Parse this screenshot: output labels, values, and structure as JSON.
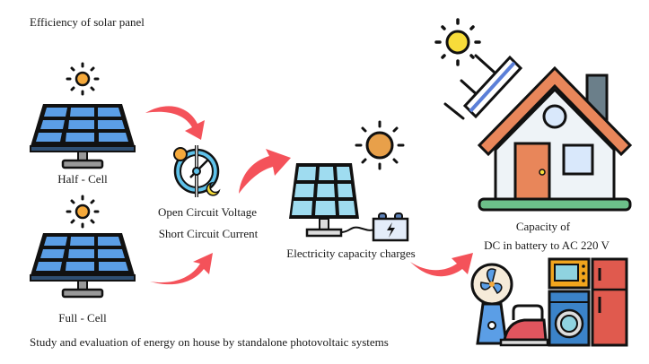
{
  "labels": {
    "efficiency_title": "Efficiency of solar panel",
    "half_cell": "Half - Cell",
    "full_cell": "Full - Cell",
    "open_circuit": "Open Circuit Voltage",
    "short_circuit": "Short Circuit Current",
    "electricity_capacity": "Electricity capacity charges",
    "capacity_line1": "Capacity of",
    "capacity_line2": "DC in battery to AC 220 V",
    "caption": "Study and evaluation of energy on house by standalone photovoltaic systems"
  },
  "colors": {
    "arrow": "#f4525a",
    "outline": "#111111",
    "panel_cell": "#5b9ee6",
    "panel_frame": "#2f4f72",
    "sun_orange": "#f5a93b",
    "sun_yellow": "#f7dc3a",
    "charge_cell": "#9fdcf0",
    "roof": "#e8865a",
    "wall": "#eef3f7",
    "door": "#e8865a",
    "grass": "#6cc08a",
    "chimney": "#6b7f8a",
    "fridge": "#e05a4e",
    "washer": "#3b83c9",
    "microwave": "#f2a51d",
    "fan_blue": "#5b9ee6",
    "iron_red": "#e0555e"
  }
}
